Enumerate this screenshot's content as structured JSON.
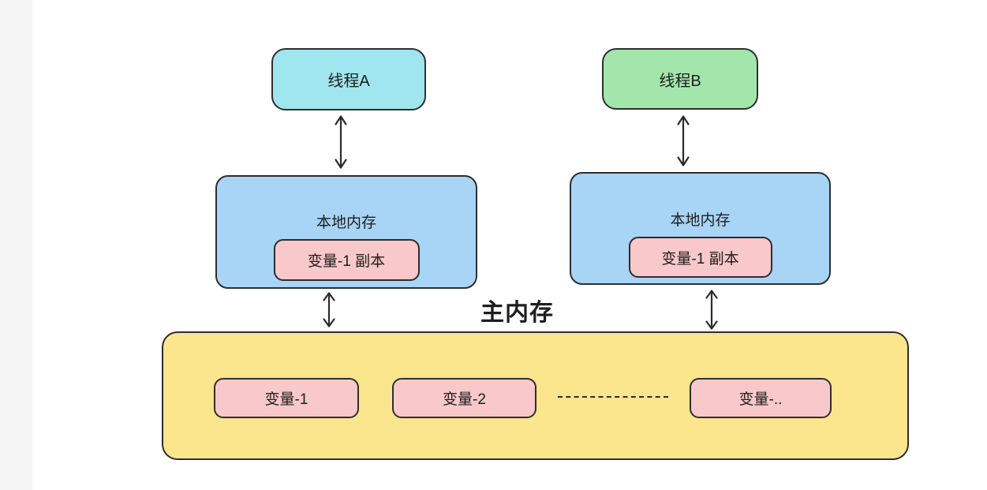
{
  "diagram": {
    "threads": [
      {
        "label": "线程A",
        "fill": "#9fe6ee"
      },
      {
        "label": "线程B",
        "fill": "#a3e6ac"
      }
    ],
    "local_memories": [
      {
        "title": "本地内存",
        "variable_copy": "变量-1 副本",
        "fill": "#a8d4f5"
      },
      {
        "title": "本地内存",
        "variable_copy": "变量-1 副本",
        "fill": "#a8d4f5"
      }
    ],
    "main_memory": {
      "title": "主内存",
      "fill": "#fbe58d",
      "variables": [
        "变量-1",
        "变量-2",
        "变量-.."
      ]
    },
    "variable_fill": "#f8c8ca",
    "stroke_color": "#2b2b2b",
    "connections": [
      {
        "from": "线程A",
        "to": "本地内存",
        "style": "bidirectional-arrow"
      },
      {
        "from": "线程B",
        "to": "本地内存",
        "style": "bidirectional-arrow"
      },
      {
        "from": "本地内存",
        "to": "主内存",
        "style": "bidirectional-arrow"
      },
      {
        "from": "本地内存",
        "to": "主内存",
        "style": "bidirectional-arrow"
      }
    ]
  }
}
